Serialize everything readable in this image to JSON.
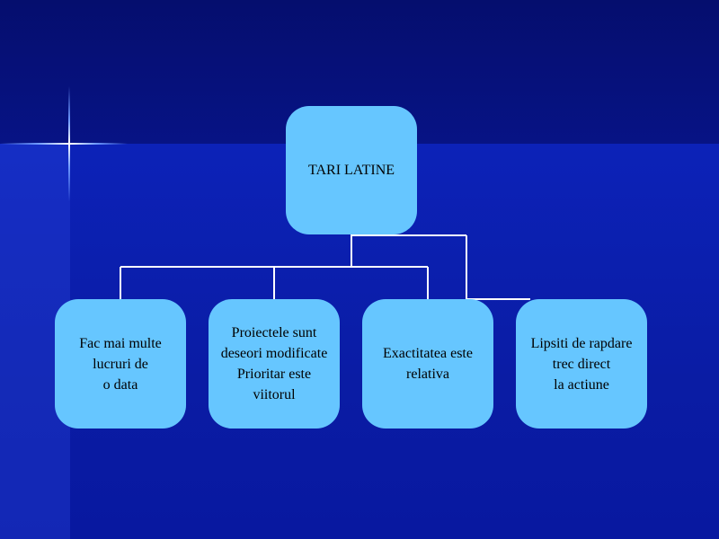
{
  "diagram": {
    "root": {
      "label": "TARI LATINE"
    },
    "children": [
      {
        "label": "Fac mai multe\nlucruri de\no data"
      },
      {
        "label": "Proiectele sunt\ndeseori modificate\nPrioritar este\nviitorul"
      },
      {
        "label": "Exactitatea este\nrelativa"
      },
      {
        "label": "Lipsiti de rapdare\ntrec direct\nla actiune"
      }
    ]
  },
  "colors": {
    "background": "#0a1a9c",
    "box_fill": "#66c6ff",
    "connector": "#ffffff",
    "text": "#000000"
  }
}
